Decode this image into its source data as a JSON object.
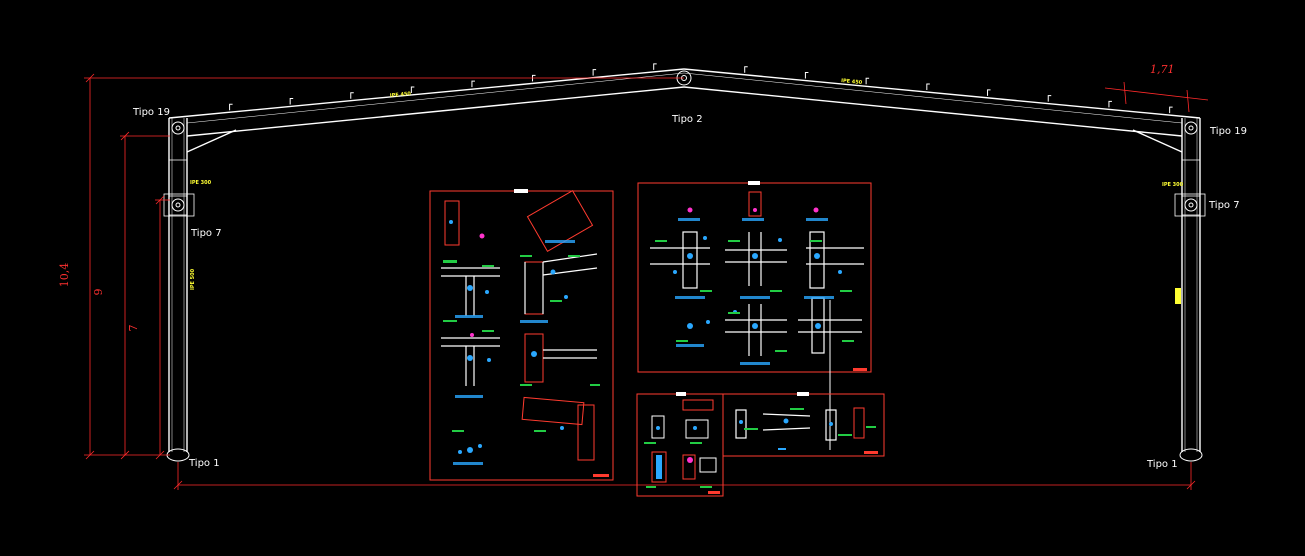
{
  "drawing": {
    "type_labels": {
      "left_eave": "Tipo 19",
      "right_eave": "Tipo 19",
      "ridge": "Tipo 2",
      "left_crane": "Tipo 7",
      "right_crane": "Tipo 7",
      "left_base": "Tipo 1",
      "right_base": "Tipo 1"
    },
    "dimensions": {
      "total_height": "10,4",
      "eave_height": "9",
      "crane_height": "7",
      "purlin_spacing": "1,71"
    },
    "profile_labels": {
      "rafter_left": "IPE 450",
      "rafter_right": "IPE 450",
      "column_left": "IPE 500",
      "column_right": "IPE 500",
      "bracket_left": "IPE 300",
      "bracket_right": "IPE 300"
    },
    "colors": {
      "background": "#000000",
      "structure": "#ffffff",
      "dimension": "#ff2a2a",
      "profile_text": "#ffff33",
      "detail_frame": "#ff3b2f",
      "bolts": "#2aa8ff",
      "welds": "#22cc44",
      "accent": "#ff33cc"
    }
  }
}
